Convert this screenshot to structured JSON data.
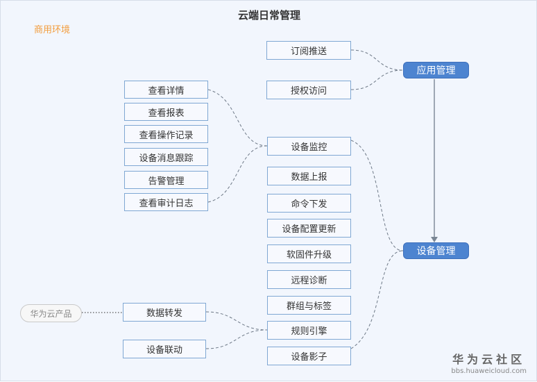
{
  "title": "云端日常管理",
  "env_label": "商用环境",
  "app_mgmt": {
    "label": "应用管理",
    "children": [
      "订阅推送",
      "授权访问"
    ]
  },
  "device_mgmt": {
    "label": "设备管理",
    "functions": [
      "设备监控",
      "数据上报",
      "命令下发",
      "设备配置更新",
      "软固件升级",
      "远程诊断",
      "群组与标签",
      "规则引擎",
      "设备影子"
    ]
  },
  "monitor_details": [
    "查看详情",
    "查看报表",
    "查看操作记录",
    "设备消息跟踪",
    "告警管理",
    "查看审计日志"
  ],
  "rule_engine_actions": [
    "数据转发",
    "设备联动"
  ],
  "external_product": "华为云产品",
  "watermark": {
    "name": "华为云社区",
    "url": "bbs.huaweicloud.com"
  }
}
